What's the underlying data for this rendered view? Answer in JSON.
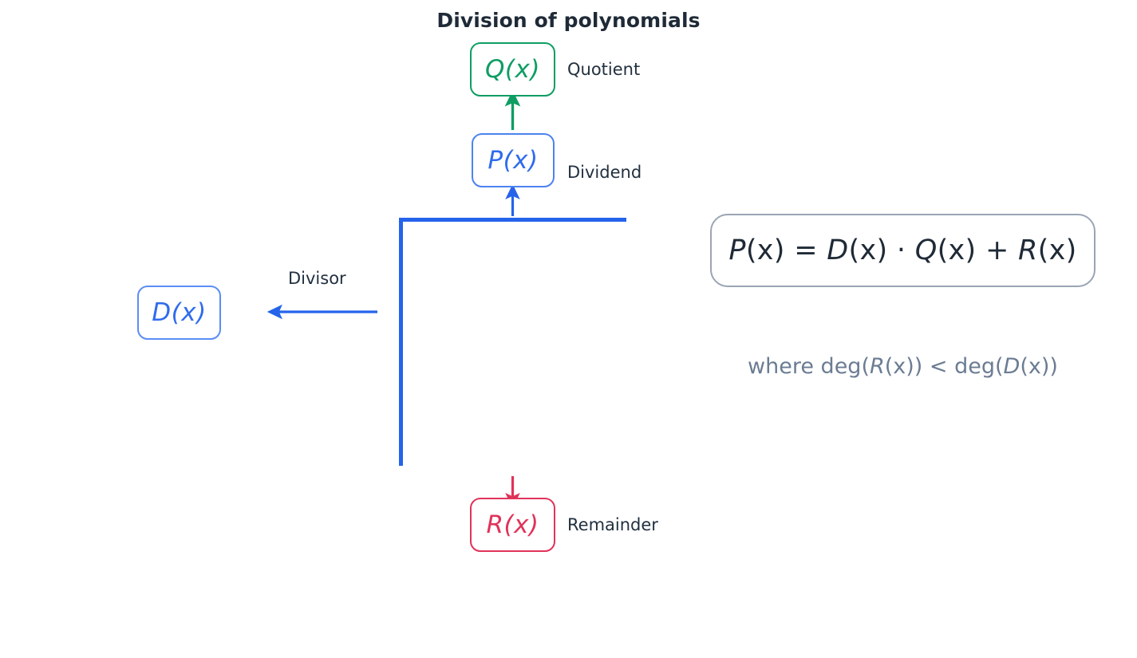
{
  "title": "Division of polynomials",
  "boxes": {
    "quotient": {
      "term": "Q(x)",
      "label": "Quotient",
      "color": "#0f9d63"
    },
    "dividend": {
      "term": "P(x)",
      "label": "Dividend",
      "color": "#2f6ced"
    },
    "divisor": {
      "term": "D(x)",
      "label": "Divisor",
      "color": "#2f6ced"
    },
    "remainder": {
      "term": "R(x)",
      "label": "Remainder",
      "color": "#e0335a"
    }
  },
  "equation": {
    "full_text": "P(x) = D(x) · Q(x) + R(x)",
    "lhs": "P",
    "lhs_arg": "(x)",
    "equals": " = ",
    "divisor": "D",
    "divisor_arg": "(x)",
    "dot": " · ",
    "quotient": "Q",
    "quotient_arg": "(x)",
    "plus": " + ",
    "remainder": "R",
    "remainder_arg": "(x)"
  },
  "condition": {
    "full_text": "where deg(R(x)) < deg(D(x))",
    "prefix": "where deg(",
    "remainder": "R",
    "remainder_arg": "(x)",
    "mid": ") < deg(",
    "divisor": "D",
    "divisor_arg": "(x)",
    "suffix": ")"
  },
  "bracket": {
    "name": "long-division-bracket",
    "color": "#2563eb"
  },
  "arrows": [
    {
      "name": "arrow-dividend-to-quotient",
      "color": "#0f9d63",
      "direction": "up"
    },
    {
      "name": "arrow-bracket-to-dividend",
      "color": "#2563eb",
      "direction": "up"
    },
    {
      "name": "arrow-bracket-to-divisor",
      "color": "#2563eb",
      "direction": "left"
    },
    {
      "name": "arrow-bracket-to-remainder",
      "color": "#e0335a",
      "direction": "down"
    }
  ],
  "colors": {
    "title": "#1f2a37",
    "green": "#0f9d63",
    "blue": "#2563eb",
    "light_blue": "#4c83f0",
    "crimson": "#e0335a",
    "gray": "#6b7c93",
    "card_border": "#9aa5b4",
    "background": "#ffffff"
  }
}
